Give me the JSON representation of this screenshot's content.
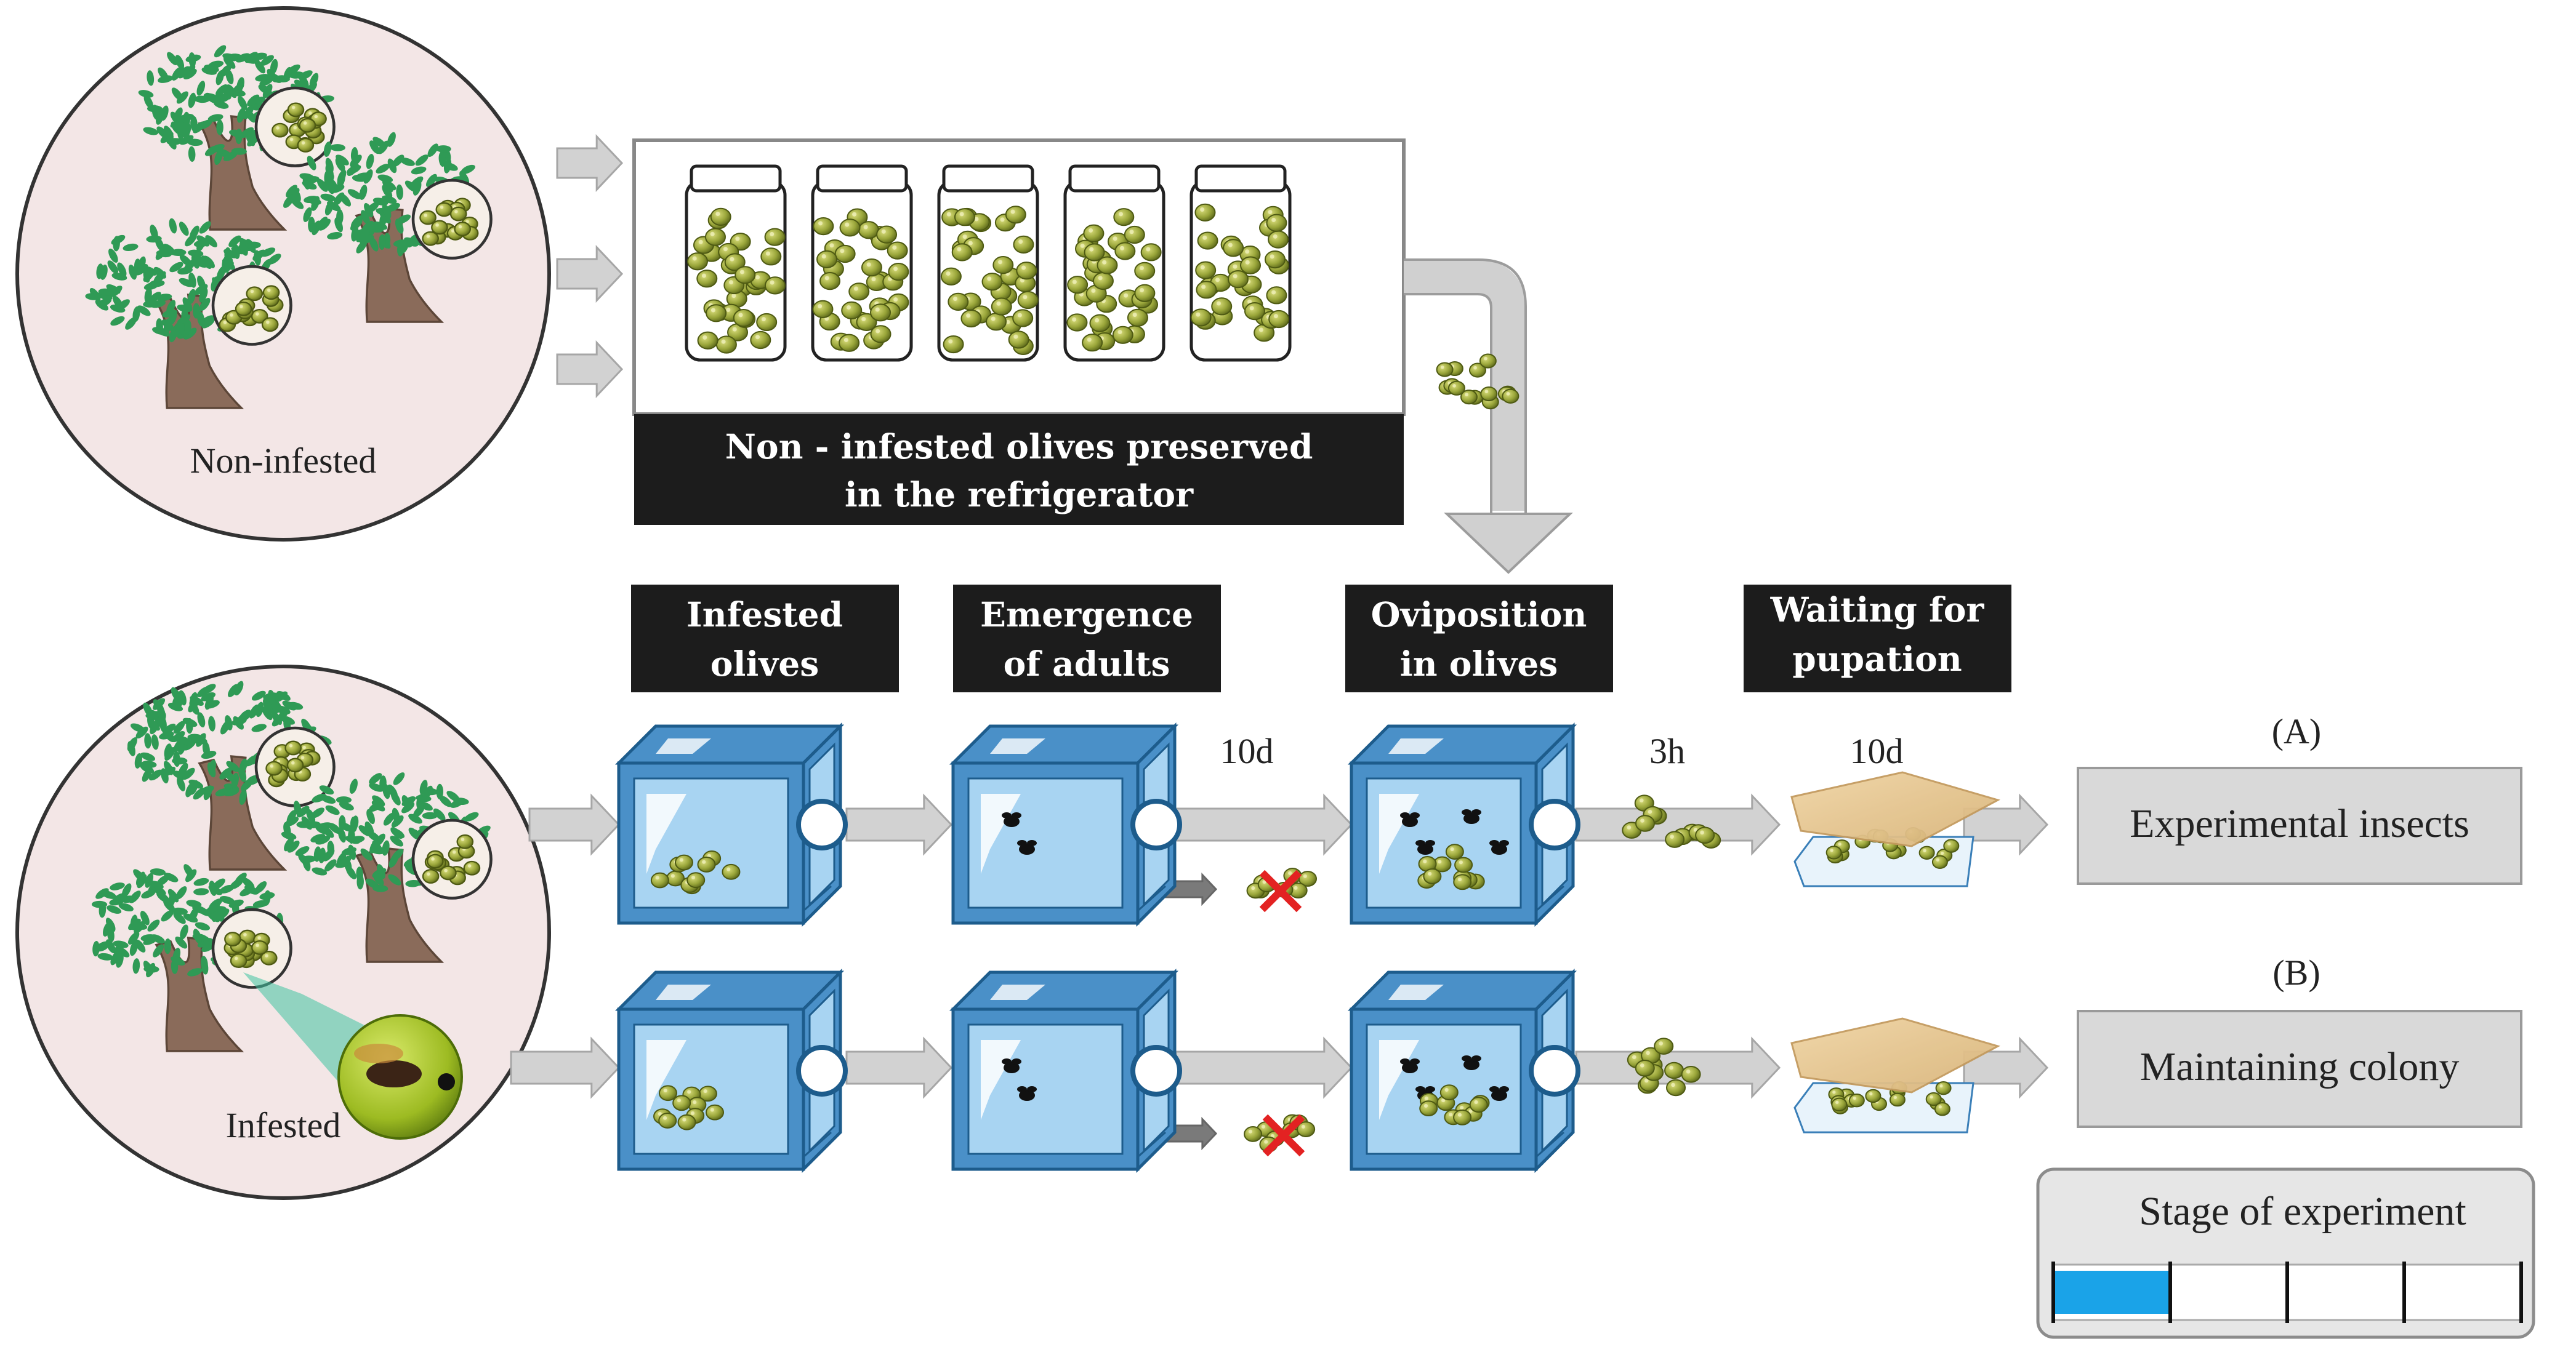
{
  "labels": {
    "non_infested": "Non-infested",
    "infested": "Infested",
    "preserved_line1": "Non - infested olives preserved",
    "preserved_line2": "in the refrigerator",
    "stage_infested_line1": "Infested",
    "stage_infested_line2": "olives",
    "stage_emergence_line1": "Emergence",
    "stage_emergence_line2": "of adults",
    "stage_oviposition_line1": "Oviposition",
    "stage_oviposition_line2": "in olives",
    "stage_waiting_line1": "Waiting for",
    "stage_waiting_line2": "pupation",
    "time_10d_a": "10d",
    "time_3h": "3h",
    "time_10d_b": "10d",
    "branch_a": "(A)",
    "branch_b": "(B)",
    "outcome_a": "Experimental insects",
    "outcome_b": "Maintaining colony",
    "legend_title": "Stage of experiment"
  },
  "progress": {
    "filled_segments": 1,
    "total_segments": 4
  },
  "colors": {
    "circle_fill": "#f3e6e6",
    "cage_blue": "#4a90c8",
    "cage_light": "#a8d4f2",
    "olive": "#9aa63a",
    "leaf": "#2f9a55",
    "trunk": "#8a6b5a",
    "arrow_gray": "#cfcfcf",
    "progress_blue": "#1aa3e8",
    "outcome_box": "#d9d9d9"
  }
}
